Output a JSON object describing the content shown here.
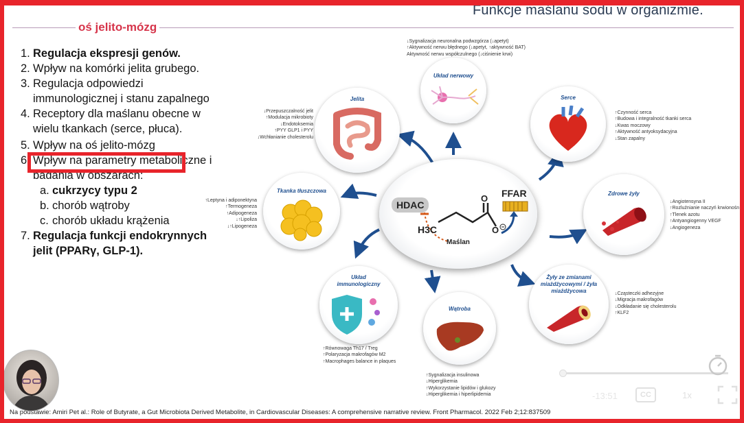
{
  "slide": {
    "title": "Funkcje maślanu sodu w organizmie.",
    "subtitle": "oś jelito-mózg",
    "citation": "Na podstawie: Amiri Pet al.: Role of Butyrate, a Gut Microbiota Derived Metabolite, in Cardiovascular Diseases: A comprehensive narrative review. Front Pharmacol. 2022 Feb 2;12:837509"
  },
  "outline": [
    {
      "num": "1.",
      "text": "Regulacja ekspresji genów.",
      "bold": true
    },
    {
      "num": "2.",
      "text": "Wpływ na komórki jelita grubego.",
      "bold": false
    },
    {
      "num": "3.",
      "text": "Regulacja odpowiedzi immunologicznej i stanu zapalnego",
      "bold": false
    },
    {
      "num": "4.",
      "text": "Receptory dla maślanu obecne w wielu tkankach (serce, płuca).",
      "bold": false
    },
    {
      "num": "5.",
      "text": "Wpływ na oś jelito-mózg",
      "bold": false
    },
    {
      "num": "6.",
      "text": "Wpływ na parametry metaboliczne i badania w obszarach:",
      "bold": false
    },
    {
      "num": "7.",
      "text": "Regulacja funkcji endokrynnych jelit (PPARγ, GLP-1).",
      "bold": true
    }
  ],
  "sub_items": [
    {
      "num": "a.",
      "text": "cukrzycy typu 2",
      "bold": true
    },
    {
      "num": "b.",
      "text": "chorób wątroby",
      "bold": false
    },
    {
      "num": "c.",
      "text": "chorób układu krążenia",
      "bold": false
    }
  ],
  "diagram": {
    "center": {
      "hdac": "HDAC",
      "ffar": "FFAR",
      "molecule": "Maślan",
      "formula_left": "H3C",
      "formula_o": "O",
      "formula_ominus": "O"
    },
    "nodes": {
      "nerwowy": "Układ nerwowy",
      "jelita": "Jelita",
      "serce": "Serce",
      "tluszcz": "Tkanka tłuszczowa",
      "zyly": "Zdrowe żyły",
      "immuno": "Układ immunologiczny",
      "watroba": "Wątroba",
      "miazdzyca": "Żyły ze zmianami miażdżycowymi / żyła miażdżycowa"
    },
    "notes": {
      "nerwowy": [
        "↓Sygnalizacja neuronalna podwzgórza (↓apetyt)",
        "↑Aktywność nerwu błędnego (↓apetyt, ↑aktywność BAT)",
        "Aktywność nerwu współczulnego (↓ciśnienie krwi)"
      ],
      "jelita": [
        "↓Przepuszczalność jelit",
        "↑Modulacja mikrobioty",
        "↓Endotoksemia",
        "↑PYY GLP1 i PYY",
        "↓Wchłanianie cholesterolu"
      ],
      "serce": [
        "↑Czynność serca",
        "↑Budowa i integralność tkanki serca",
        "↓Kwas moczowy",
        "↑Aktywność antyoksydacyjna",
        "↓Stan zapalny"
      ],
      "tluszcz": [
        "↑Leptyna i adiponektyna",
        "↑Termogeneza",
        "↑Adipogeneza",
        "↓↑Lipoliza",
        "↓↑Lipogeneza"
      ],
      "zyly": [
        "↓Angiotensyna II",
        "↑Rozluźnianie naczyń krwionośnych",
        "↑Tlenek azotu",
        "↑Antyangiogenny VEGF",
        "↓Angiogeneza"
      ],
      "immuno": [
        "↑Równowaga Th17 / Treg",
        "↑Polaryzacja makrofagów M2",
        "↑Macrophages balance in plaques"
      ],
      "watroba": [
        "↑Sygnalizacja insulinowa",
        "↓Hiperglikemia",
        "↑Wykorzystanie lipidów i glukozy",
        "↓Hiperglikemia i hiperlipidemia"
      ],
      "miazdzyca": [
        "↓Cząsteczki adhezyjne",
        "↓Migracja makrofagów",
        "↓Odkładanie się cholesterolu",
        "↑KLF2"
      ]
    }
  },
  "player": {
    "time_remaining": "-13:51",
    "cc_label": "CC",
    "speed_label": "1x",
    "progress": 0.03,
    "icons": [
      "timer-icon",
      "closed-captions-icon",
      "fullscreen-icon"
    ]
  },
  "colors": {
    "accent_red": "#e8242b",
    "subtitle_red": "#d6344a",
    "diagram_blue": "#1f4f8f",
    "title_text": "#2a3a52"
  }
}
